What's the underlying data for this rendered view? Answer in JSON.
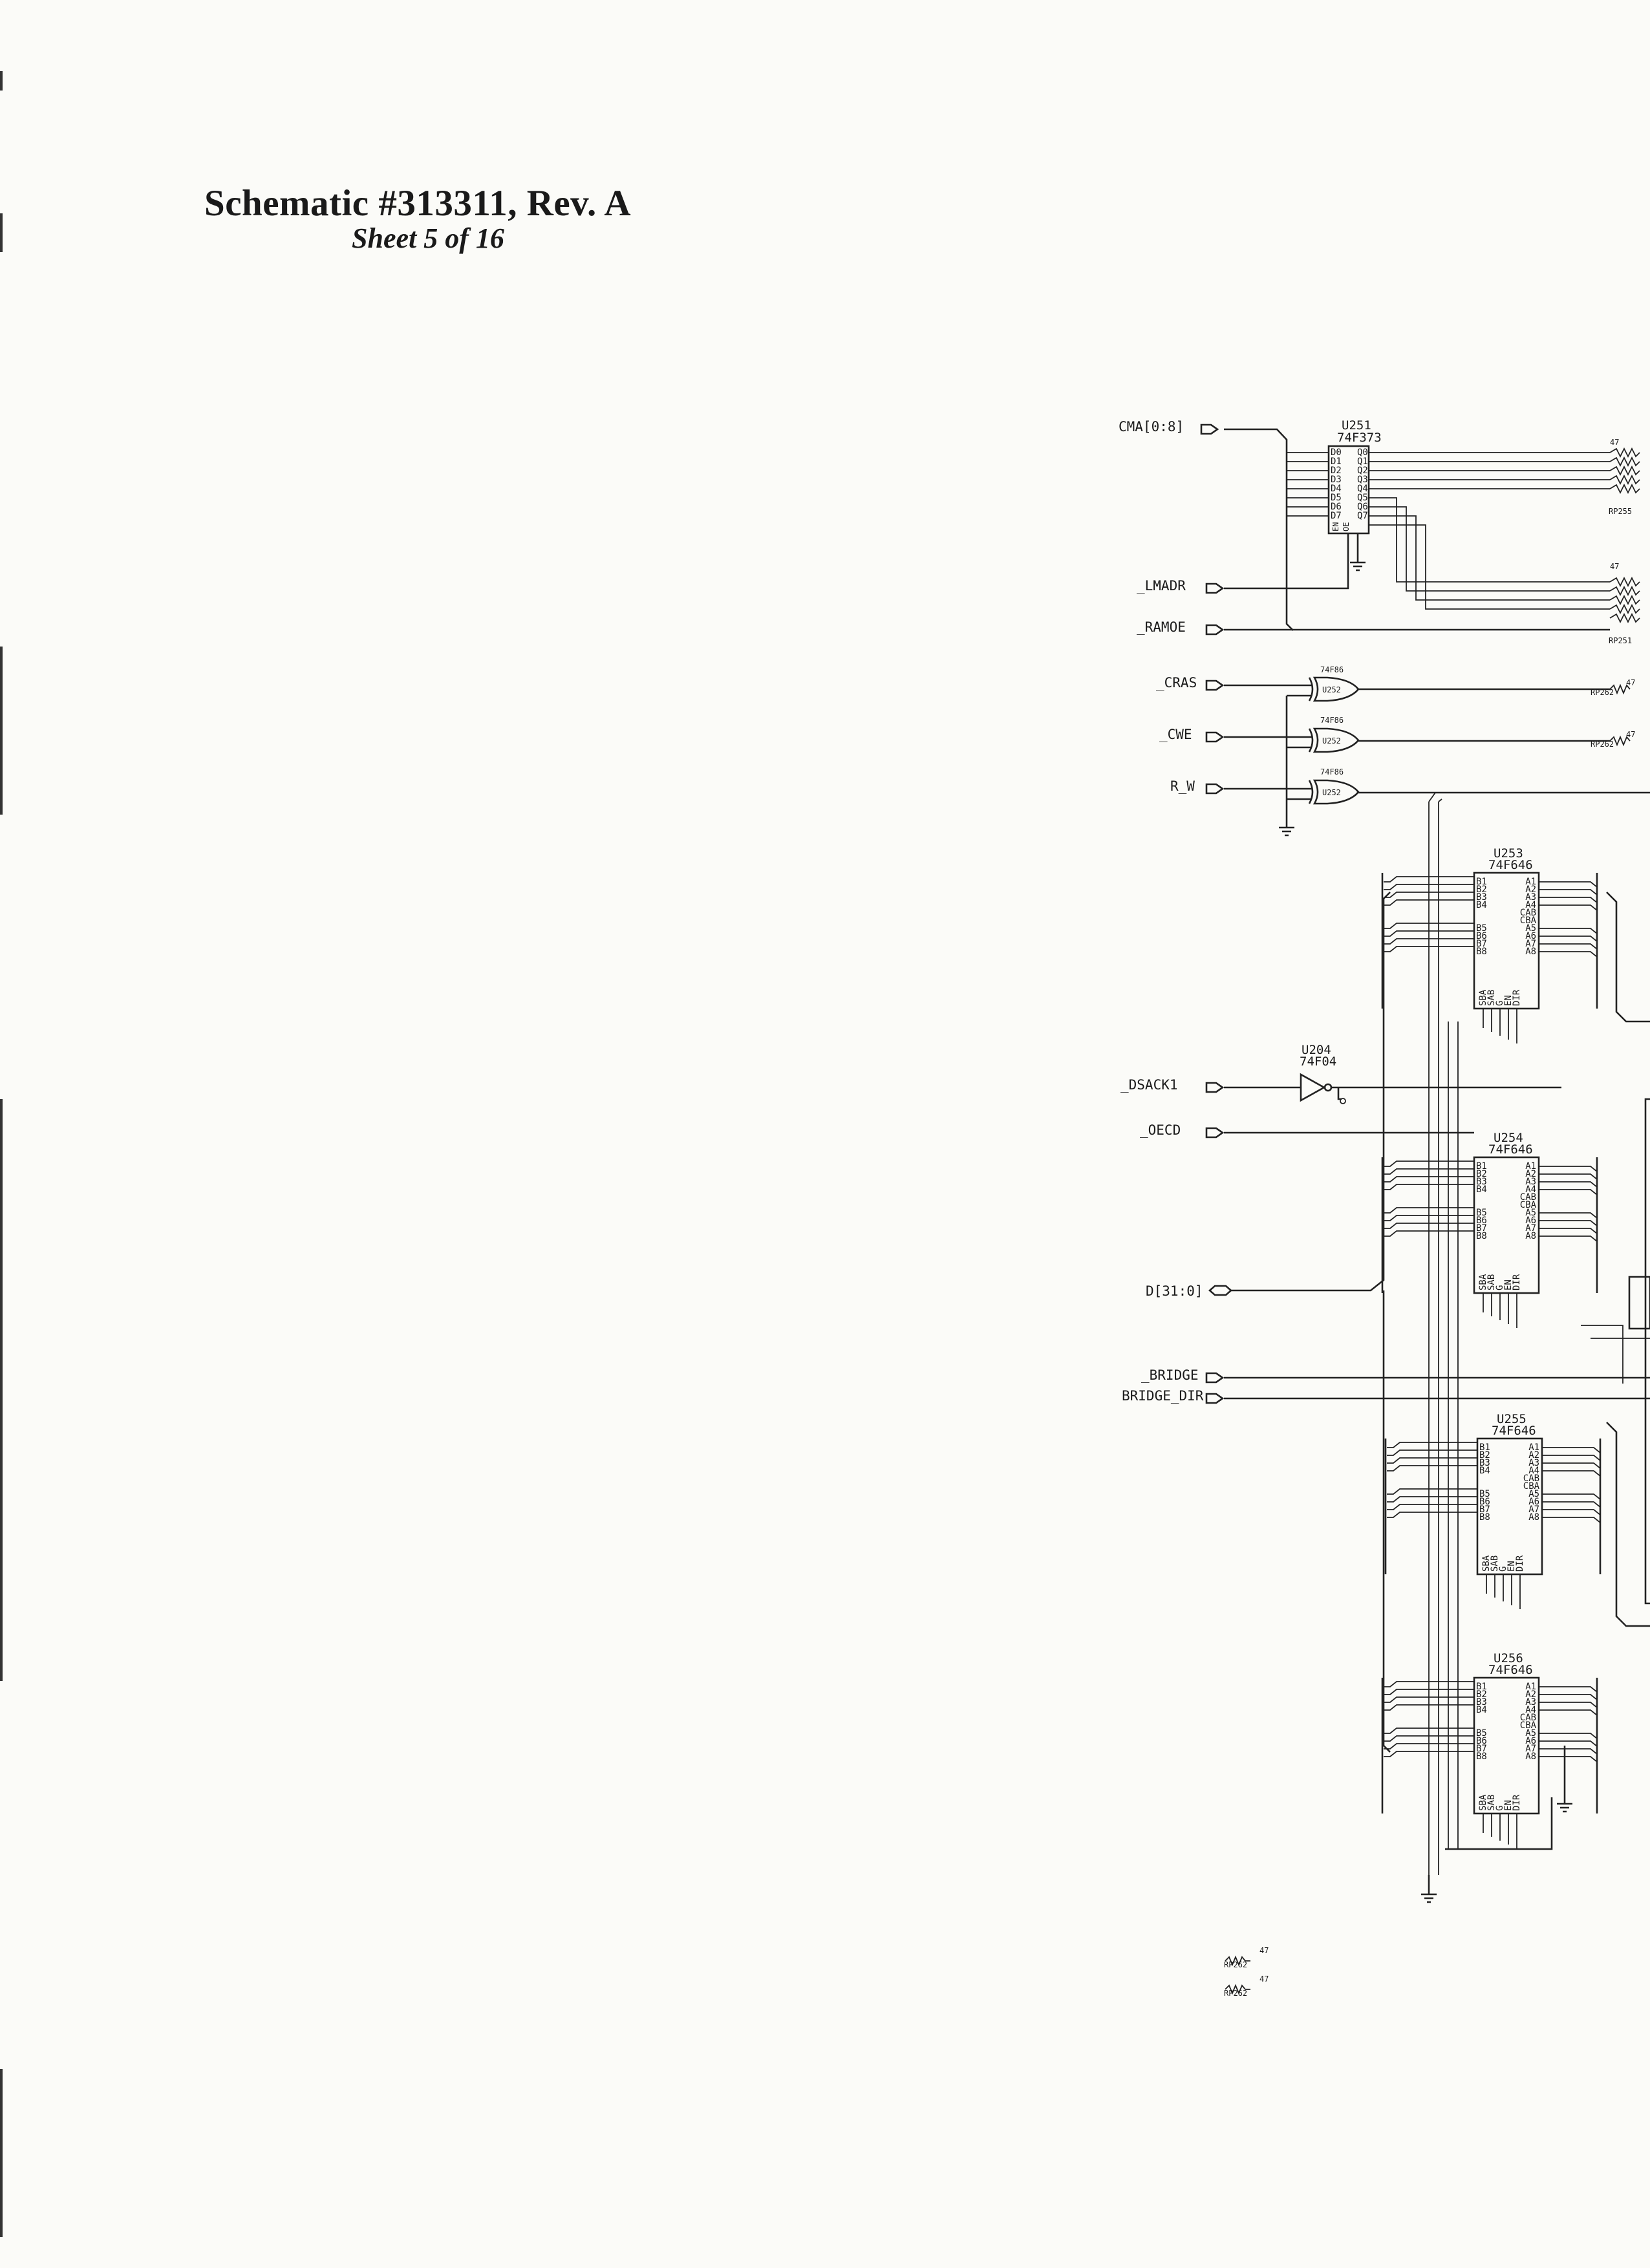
{
  "header": {
    "title": "Schematic #313311, Rev. A",
    "subtitle": "Sheet 5 of 16"
  },
  "signals": {
    "cma": "CMA[0:8]",
    "lmadr": "_LMADR",
    "ramoe": "_RAMOE",
    "cras": "_CRAS",
    "cwe": "_CWE",
    "rw": "R_W",
    "dsack1": "_DSACK1",
    "oecd": "_OECD",
    "data": "D[31:0]",
    "bridge": "_BRIDGE",
    "bridge_dir": "BRIDGE_DIR"
  },
  "parts": {
    "u251": {
      "ref": "U251",
      "type": "74F373",
      "inputs": [
        "D0",
        "D1",
        "D2",
        "D3",
        "D4",
        "D5",
        "D6",
        "D7"
      ],
      "outputs": [
        "Q0",
        "Q1",
        "Q2",
        "Q3",
        "Q4",
        "Q5",
        "Q6",
        "Q7"
      ]
    },
    "u252a": {
      "ref": "U252",
      "type": "74F86"
    },
    "u252b": {
      "ref": "U252",
      "type": "74F86"
    },
    "u252c": {
      "ref": "U252",
      "type": "74F86"
    },
    "u204": {
      "ref": "U204",
      "type": "74F04"
    },
    "u253": {
      "ref": "U253",
      "type": "74F646"
    },
    "u254": {
      "ref": "U254",
      "type": "74F646"
    },
    "u255": {
      "ref": "U255",
      "type": "74F646"
    },
    "u256": {
      "ref": "U256",
      "type": "74F646"
    },
    "f646_left": [
      "B1",
      "B2",
      "B3",
      "B4",
      "",
      "",
      "B5",
      "B6",
      "B7",
      "B8"
    ],
    "f646_right": [
      "A1",
      "A2",
      "A3",
      "A4",
      "CAB",
      "CBA",
      "A5",
      "A6",
      "A7",
      "A8"
    ],
    "f646_bottom": [
      "SBA",
      "SAB",
      "G",
      "EN",
      "DIR"
    ],
    "rp255": {
      "ref": "RP255",
      "value": "47"
    },
    "rp251": {
      "ref": "RP251",
      "value": "47"
    },
    "rp262": {
      "ref": "RP262",
      "value": "47"
    }
  }
}
